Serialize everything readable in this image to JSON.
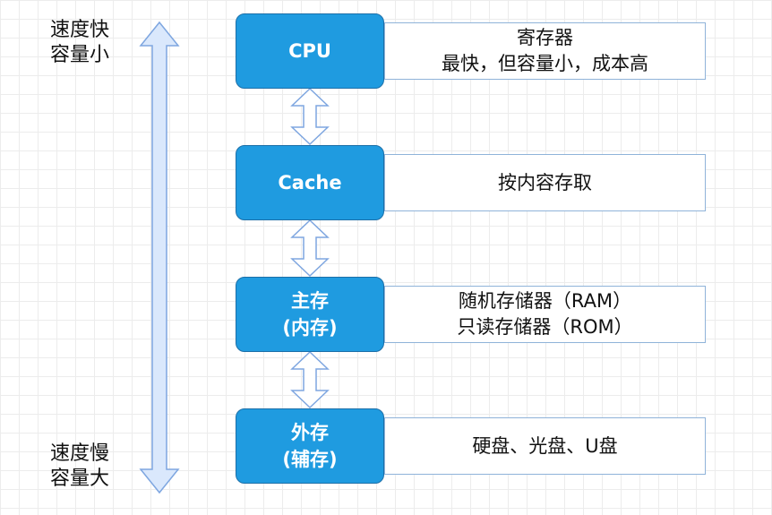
{
  "side_labels": {
    "top": [
      "速度快",
      "容量小"
    ],
    "bottom": [
      "速度慢",
      "容量大"
    ]
  },
  "levels": [
    {
      "name": [
        "CPU"
      ],
      "desc": [
        "寄存器",
        "最快，但容量小，成本高"
      ]
    },
    {
      "name": [
        "Cache"
      ],
      "desc": [
        "按内容存取"
      ]
    },
    {
      "name": [
        "主存",
        "(内存)"
      ],
      "desc": [
        "随机存储器（RAM）",
        "只读存储器（ROM）"
      ]
    },
    {
      "name": [
        "外存",
        "(辅存)"
      ],
      "desc": [
        "硬盘、光盘、U盘"
      ]
    }
  ],
  "colors": {
    "box_fill": "#1f9be0",
    "box_border": "#1c6fa8",
    "desc_border": "#8fb3d9",
    "arrow_fill": "#dae8fc",
    "arrow_stroke": "#7ea6e0"
  }
}
